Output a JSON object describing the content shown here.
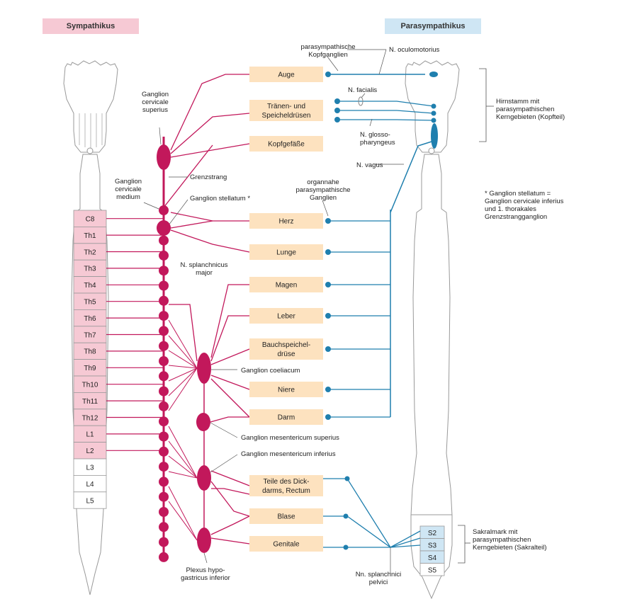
{
  "headers": {
    "sympathetic": "Sympathikus",
    "parasympathetic": "Parasympathikus"
  },
  "colors": {
    "sympathetic": "#c2185b",
    "sympathetic_light": "#f6c9d4",
    "parasympathetic": "#1f7fae",
    "parasympathetic_light": "#cfe6f4",
    "organ_box": "#fde2bf"
  },
  "segments_left": [
    "C8",
    "Th1",
    "Th2",
    "Th3",
    "Th4",
    "Th5",
    "Th6",
    "Th7",
    "Th8",
    "Th9",
    "Th10",
    "Th11",
    "Th12",
    "L1",
    "L2",
    "L3",
    "L4",
    "L5"
  ],
  "segments_right": [
    "S2",
    "S3",
    "S4",
    "S5"
  ],
  "organs": [
    {
      "line1": "Auge",
      "line2": ""
    },
    {
      "line1": "Tränen- und",
      "line2": "Speicheldrüsen"
    },
    {
      "line1": "Kopfgefäße",
      "line2": ""
    },
    {
      "line1": "Herz",
      "line2": ""
    },
    {
      "line1": "Lunge",
      "line2": ""
    },
    {
      "line1": "Magen",
      "line2": ""
    },
    {
      "line1": "Leber",
      "line2": ""
    },
    {
      "line1": "Bauchspeichel-",
      "line2": "drüse"
    },
    {
      "line1": "Niere",
      "line2": ""
    },
    {
      "line1": "Darm",
      "line2": ""
    },
    {
      "line1": "Teile des Dick-",
      "line2": "darms, Rectum"
    },
    {
      "line1": "Blase",
      "line2": ""
    },
    {
      "line1": "Genitale",
      "line2": ""
    }
  ],
  "labels": {
    "ganglion_cervicale_superius": [
      "Ganglion",
      "cervicale",
      "superius"
    ],
    "ganglion_cervicale_medium": [
      "Ganglion",
      "cervicale",
      "medium"
    ],
    "grenzstrang": "Grenzstrang",
    "ganglion_stellatum": "Ganglion stellatum *",
    "n_splanchnicus_major": [
      "N. splanchnicus",
      "major"
    ],
    "ganglion_coeliacum": "Ganglion coeliacum",
    "ganglion_mesentericum_superius": "Ganglion mesentericum superius",
    "ganglion_mesentericum_inferius": "Ganglion mesentericum inferius",
    "plexus": [
      "Plexus hypo-",
      "gastricus inferior"
    ],
    "kopfganglien": [
      "parasympathische",
      "Kopfganglien"
    ],
    "n_oculomotorius": "N. oculomotorius",
    "n_facialis": "N. facialis",
    "n_glosso": [
      "N. glosso-",
      "pharyngeus"
    ],
    "n_vagus": "N. vagus",
    "organnahe": [
      "organnahe",
      "parasympathische",
      "Ganglien"
    ],
    "hirnstamm": [
      "Hirnstamm mit",
      "parasympathischen",
      "Kerngebieten (Kopfteil)"
    ],
    "footnote": [
      "* Ganglion stellatum =",
      "Ganglion cervicale inferius",
      "und 1. thorakales",
      "Grenzstrangganglion"
    ],
    "sakralmark": [
      "Sakralmark mit",
      "parasympathischen",
      "Kerngebieten (Sakralteil)"
    ],
    "nn_splanchnici": [
      "Nn. splanchnici",
      "pelvici"
    ]
  }
}
